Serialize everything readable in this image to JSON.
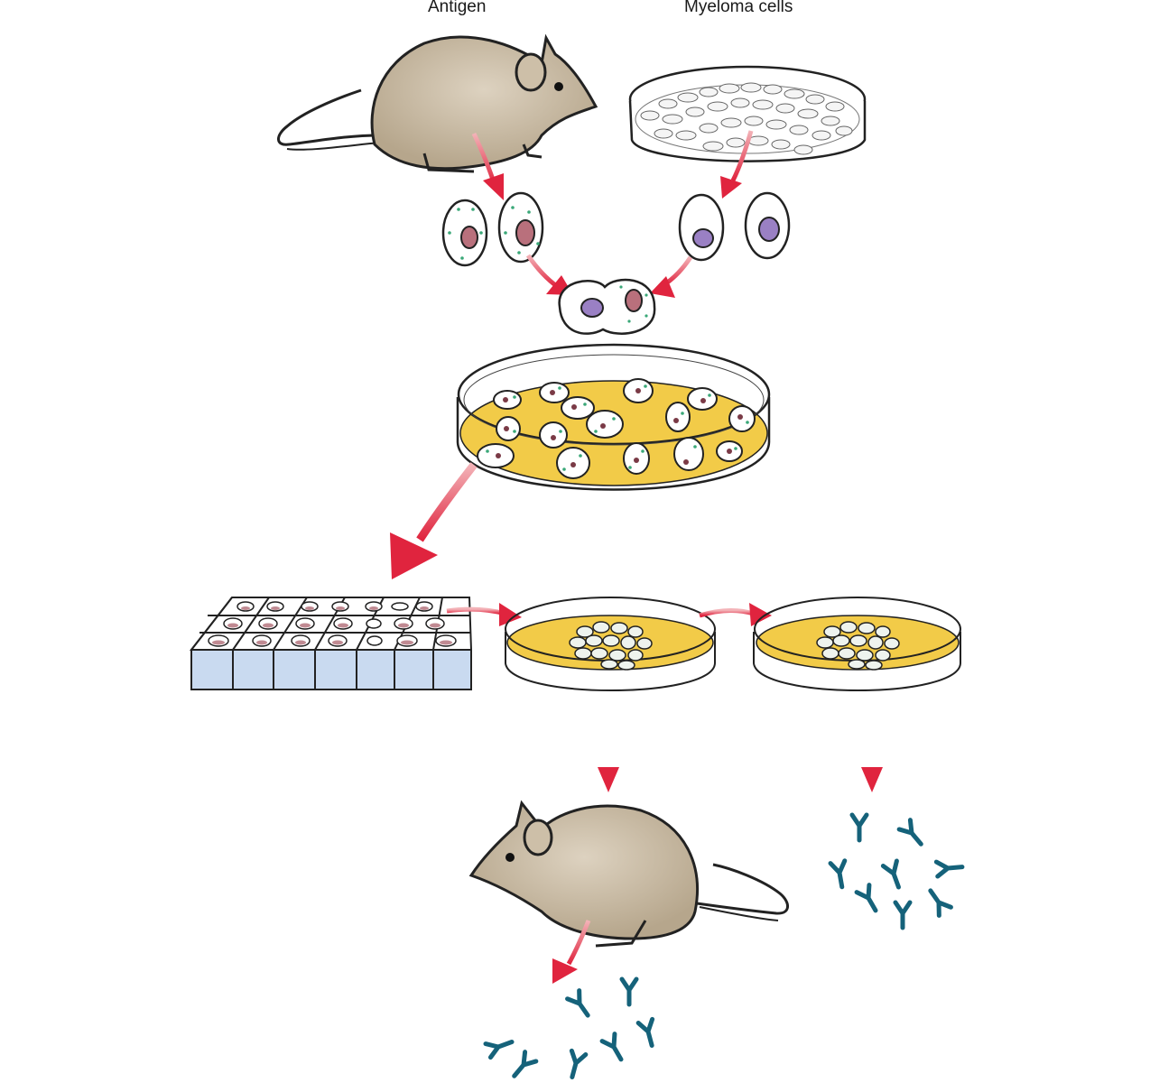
{
  "diagram": {
    "labels": {
      "antigen": "Antigen",
      "myeloma": "Myeloma cells"
    },
    "nodes": [
      {
        "id": "immunized-mouse",
        "label": "Antigen"
      },
      {
        "id": "myeloma-dish",
        "label": "Myeloma cells"
      },
      {
        "id": "spleen-b-cells"
      },
      {
        "id": "myeloma-cell-pair"
      },
      {
        "id": "fused-hybridoma-cell"
      },
      {
        "id": "hybridoma-culture-dish"
      },
      {
        "id": "well-plate",
        "rows": 3,
        "cols": 7
      },
      {
        "id": "clone-dish-1"
      },
      {
        "id": "clone-dish-2"
      },
      {
        "id": "host-mouse"
      },
      {
        "id": "antibodies-in-vivo",
        "count": 7
      },
      {
        "id": "antibodies-in-vitro",
        "count": 8
      }
    ],
    "colors": {
      "arrow": "#e0324a",
      "medium": "#f2cb48",
      "antibody": "#15627a",
      "mouse": "#cdbfa8",
      "plate_side": "#c9daf0",
      "b_nucleus": "#b9707c",
      "myeloma_nucleus": "#9a80c4",
      "granule": "#3aa878"
    }
  }
}
